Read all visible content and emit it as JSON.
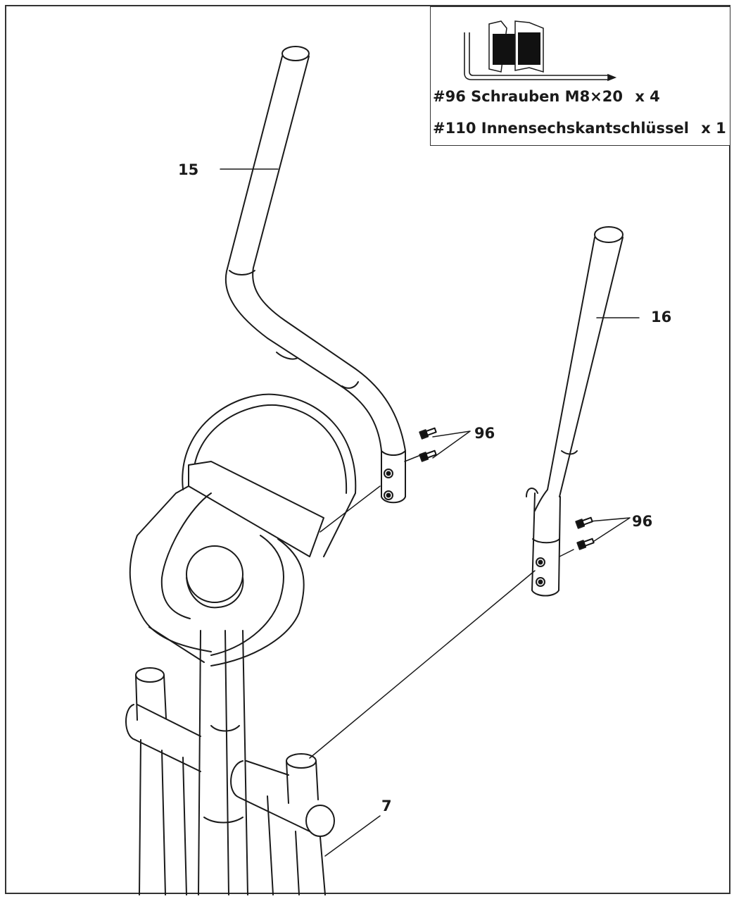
{
  "colors": {
    "line": "#1a1a1a",
    "screw_fill": "#111111"
  },
  "parts_box": {
    "items": [
      {
        "number": "#96",
        "name": "Schrauben M8×20",
        "qty": "x 4"
      },
      {
        "number": "#110",
        "name": "Innensechskantschlüssel",
        "qty": "x 1"
      }
    ],
    "icons": [
      "screw-icon",
      "allen-key-icon"
    ]
  },
  "callouts": {
    "part_15": "15",
    "part_16": "16",
    "part_96_left": "96",
    "part_96_right": "96",
    "part_7": "7"
  }
}
